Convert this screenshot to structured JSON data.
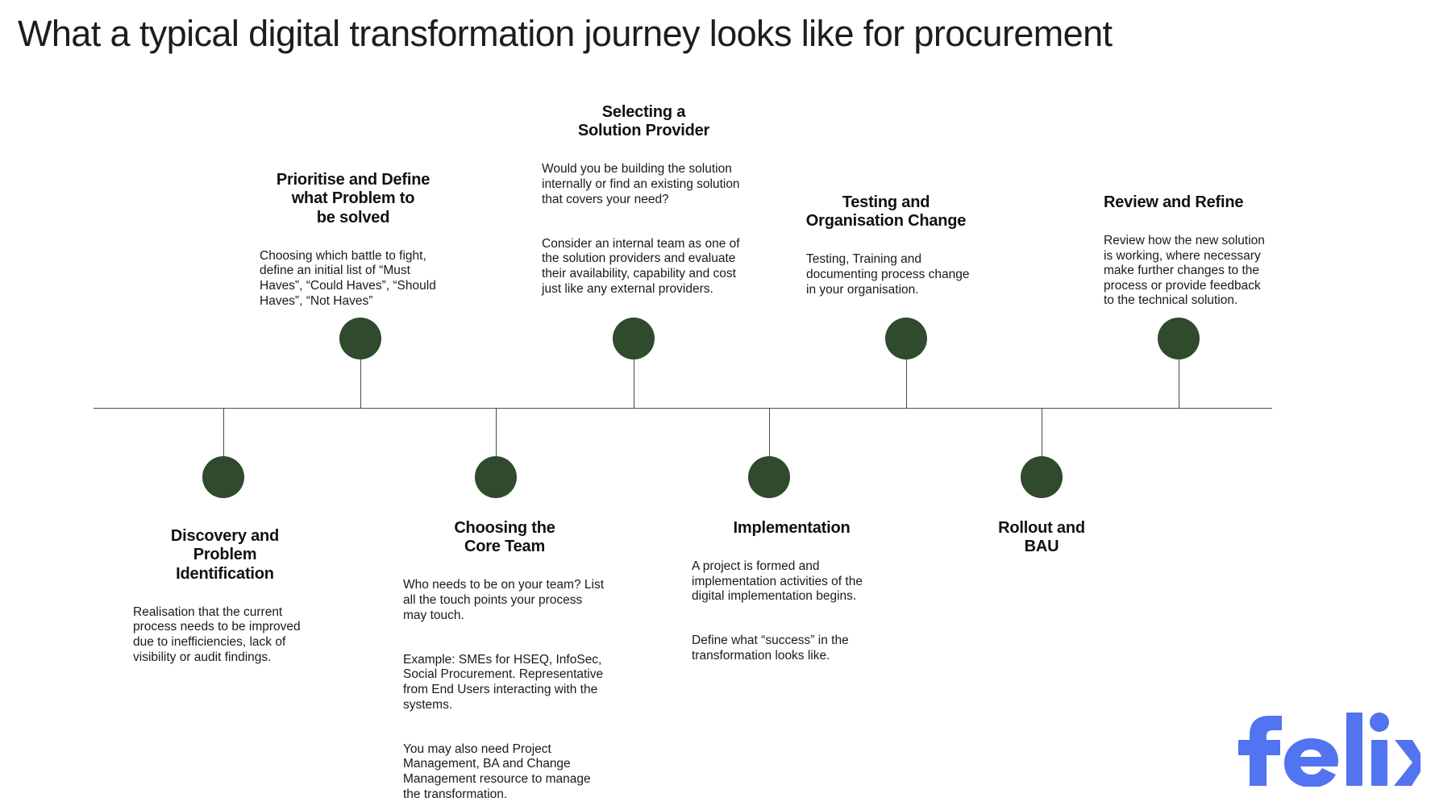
{
  "header": {
    "title": "What a typical digital transformation journey looks like for procurement"
  },
  "theme": {
    "node_color": "#2f4a2c",
    "axis_color": "#4a4a4a",
    "text_color": "#1a1a1a",
    "brand_color": "#5274f0",
    "background": "#ffffff"
  },
  "brand": {
    "name": "felix"
  },
  "chart_data": {
    "type": "timeline",
    "title": "What a typical digital transformation journey looks like for procurement",
    "orientation": "horizontal",
    "milestone_count": 8,
    "milestones": [
      {
        "index": 1,
        "side": "below",
        "title": "Discovery and\nProblem\nIdentification",
        "paragraphs": [
          "Realisation that the current process needs to be improved due to inefficiencies, lack of visibility or audit findings."
        ]
      },
      {
        "index": 2,
        "side": "above",
        "title": "Prioritise and Define\nwhat Problem to\nbe solved",
        "paragraphs": [
          "Choosing which battle to fight, define an initial list of “Must Haves”, “Could Haves”, “Should Haves”, “Not Haves”"
        ]
      },
      {
        "index": 3,
        "side": "below",
        "title": "Choosing the\nCore Team",
        "paragraphs": [
          "Who needs to be on your team? List all the touch points your process may touch.",
          "Example: SMEs for HSEQ, InfoSec, Social Procurement. Representative from End Users interacting with the systems.",
          "You may also need Project Management, BA and Change Management resource to manage the transformation."
        ]
      },
      {
        "index": 4,
        "side": "above",
        "title": "Selecting a\nSolution Provider",
        "paragraphs": [
          "Would you be building the solution internally or find an existing solution that covers your need?",
          "Consider an internal team as one of the solution providers and evaluate their availability, capability and cost just like any external providers."
        ]
      },
      {
        "index": 5,
        "side": "below",
        "title": "Implementation",
        "paragraphs": [
          "A project is formed and implementation activities of the digital implementation begins.",
          "Define what “success” in the transformation looks like."
        ]
      },
      {
        "index": 6,
        "side": "above",
        "title": "Testing and\nOrganisation Change",
        "paragraphs": [
          "Testing, Training and documenting process change in your organisation."
        ]
      },
      {
        "index": 7,
        "side": "below",
        "title": "Rollout and\nBAU",
        "paragraphs": []
      },
      {
        "index": 8,
        "side": "above",
        "title": "Review and Refine",
        "paragraphs": [
          "Review how the new solution is working, where necessary make further changes to the process or provide feedback to the technical solution."
        ]
      }
    ]
  }
}
